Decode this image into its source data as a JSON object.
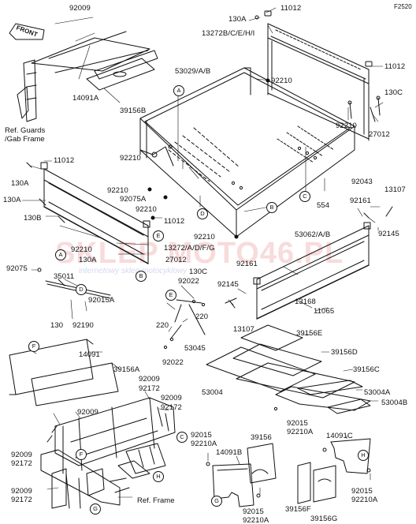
{
  "figure_code": "F2520",
  "front_tag": "FRONT",
  "watermark": {
    "brand": "SKLEP MOTO46.PL",
    "tagline": "internetowy sklep motocyklowy"
  },
  "refs": {
    "guards": "Ref. Guards\n/Gab Frame",
    "frame": "Ref. Frame"
  },
  "callouts": [
    "A",
    "B",
    "C",
    "D",
    "E",
    "F",
    "G",
    "H"
  ],
  "parts": {
    "p92009_top": "92009",
    "p14091A": "14091A",
    "p39156B": "39156B",
    "p130A_top": "130A",
    "p11012_top": "11012",
    "p13272B": "13272B/C/E/H/I",
    "p11012_right": "11012",
    "p53029": "53029/A/B",
    "p92210_mid": "92210",
    "p130C_right": "130C",
    "p92210_right": "92210",
    "p27012_right": "27012",
    "p11012_left": "11012",
    "p92210_a": "92210",
    "p92210_b": "92210",
    "p92075A": "92075A",
    "p92210_c": "92210",
    "p130A_left": "130A",
    "p130A_left2": "130A",
    "p130B": "130B",
    "p11012_mid": "11012",
    "p92043": "92043",
    "p13107_right": "13107",
    "p92161_right": "92161",
    "p554": "554",
    "p92145_right": "92145",
    "p92210_d": "92210",
    "p53062": "53062/A/B",
    "p92210_e": "92210",
    "p13272A": "13272/A/D/F/G",
    "p130A_mid": "130A",
    "p27012_mid": "27012",
    "p92161_mid": "92161",
    "p92075": "92075",
    "p35011": "35011",
    "p130C_mid": "130C",
    "p92022_top": "92022",
    "p92145_mid": "92145",
    "p92015A": "92015A",
    "p13168": "13168",
    "p11065": "11065",
    "p220_a": "220",
    "p130": "130",
    "p92190": "92190",
    "p220_b": "220",
    "p13107_mid": "13107",
    "p39156E": "39156E",
    "p53045": "53045",
    "p92022_bot": "92022",
    "p39156D": "39156D",
    "p14091": "14091",
    "p39156A": "39156A",
    "p39156C": "39156C",
    "p53004": "53004",
    "p53004A": "53004A",
    "p53004B": "53004B",
    "p92009_f1": "92009",
    "p92172_f1": "92172",
    "p92009_f2": "92009",
    "p92172_f2": "92172",
    "p92009_f3": "92009",
    "p92015_r": "92015",
    "p92210A_r": "92210A",
    "p92015_m": "92015",
    "p92210A_m": "92210A",
    "p39156": "39156",
    "p14091B": "14091B",
    "p14091C": "14091C",
    "p92009_f4": "92009",
    "p92172_f4": "92172",
    "p92009_f5": "92009",
    "p92172_f5": "92172",
    "p92015_b": "92015",
    "p92210A_b": "92210A",
    "p39156F": "39156F",
    "p39156G": "39156G",
    "p92015_h": "92015",
    "p92210A_h": "92210A"
  }
}
